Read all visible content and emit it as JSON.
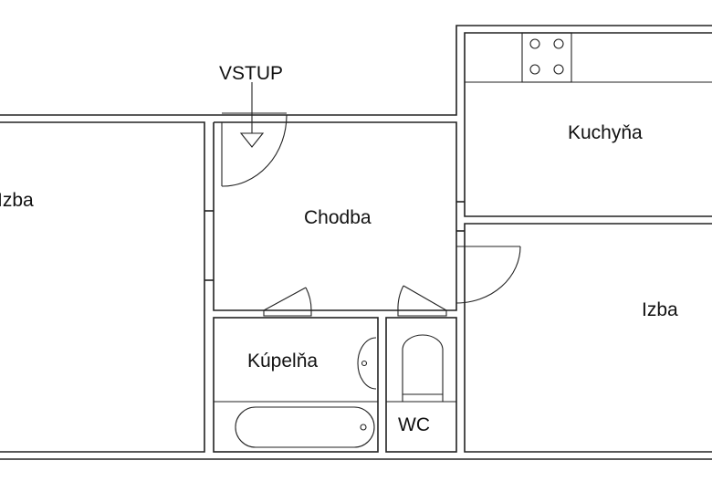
{
  "plan": {
    "entrance_label": "VSTUP",
    "rooms": {
      "left_room": "Izba",
      "hallway": "Chodba",
      "kitchen": "Kuchyňa",
      "right_room": "Izba",
      "bathroom": "Kúpelňa",
      "toilet": "WC"
    },
    "colors": {
      "line": "#222222",
      "background": "#ffffff",
      "text": "#111111"
    }
  }
}
